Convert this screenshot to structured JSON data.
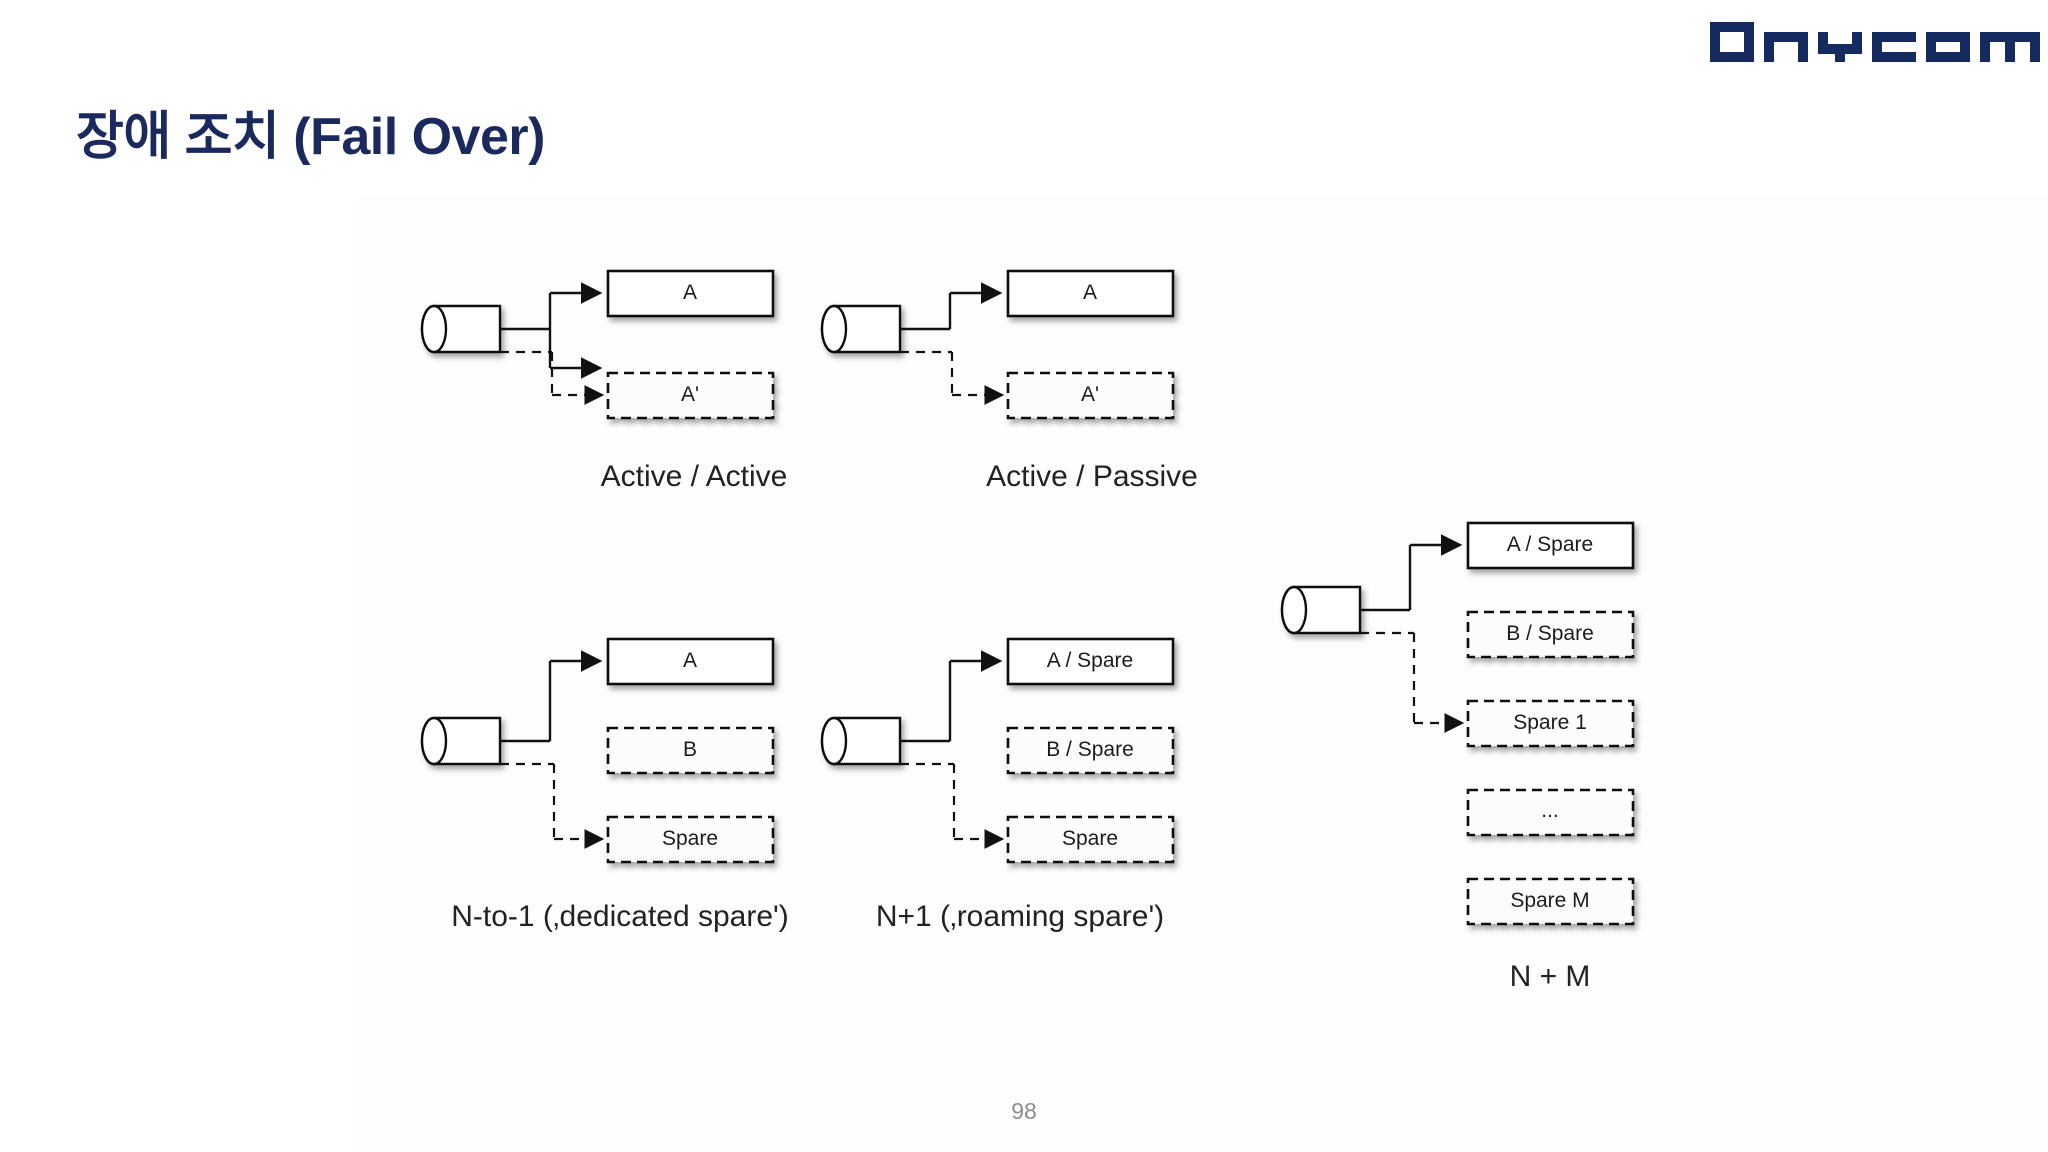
{
  "slide": {
    "title": "장애 조치 (Fail Over)",
    "page_number": "98",
    "logo_text": "ONYCOM",
    "brand_color": "#152a5e",
    "title_color": "#1b2a5e",
    "page_number_color": "#8b8b93"
  },
  "diagrams": [
    {
      "id": "active-active",
      "caption": "Active / Active",
      "source_icon": "database-cylinder-icon",
      "nodes": [
        {
          "label": "A",
          "style": "solid",
          "incoming": [
            "solid"
          ]
        },
        {
          "label": "A'",
          "style": "dashed",
          "incoming": [
            "solid",
            "dashed"
          ]
        }
      ]
    },
    {
      "id": "active-passive",
      "caption": "Active / Passive",
      "source_icon": "database-cylinder-icon",
      "nodes": [
        {
          "label": "A",
          "style": "solid",
          "incoming": [
            "solid"
          ]
        },
        {
          "label": "A'",
          "style": "dashed",
          "incoming": [
            "dashed"
          ]
        }
      ]
    },
    {
      "id": "n-to-1",
      "caption": "N-to-1 (‚dedicated spare')",
      "source_icon": "database-cylinder-icon",
      "nodes": [
        {
          "label": "A",
          "style": "solid",
          "incoming": [
            "solid"
          ]
        },
        {
          "label": "B",
          "style": "dashed",
          "incoming": []
        },
        {
          "label": "Spare",
          "style": "dashed",
          "incoming": [
            "dashed"
          ]
        }
      ]
    },
    {
      "id": "n-plus-1",
      "caption": "N+1 (‚roaming spare')",
      "source_icon": "database-cylinder-icon",
      "nodes": [
        {
          "label": "A / Spare",
          "style": "solid",
          "incoming": [
            "solid"
          ]
        },
        {
          "label": "B / Spare",
          "style": "dashed",
          "incoming": []
        },
        {
          "label": "Spare",
          "style": "dashed",
          "incoming": [
            "dashed"
          ]
        }
      ]
    },
    {
      "id": "n-plus-m",
      "caption": "N + M",
      "source_icon": "database-cylinder-icon",
      "nodes": [
        {
          "label": "A / Spare",
          "style": "solid",
          "incoming": [
            "solid"
          ]
        },
        {
          "label": "B / Spare",
          "style": "dashed",
          "incoming": []
        },
        {
          "label": "Spare 1",
          "style": "dashed",
          "incoming": [
            "dashed"
          ]
        },
        {
          "label": "...",
          "style": "dashed",
          "incoming": []
        },
        {
          "label": "Spare M",
          "style": "dashed",
          "incoming": []
        }
      ]
    }
  ]
}
